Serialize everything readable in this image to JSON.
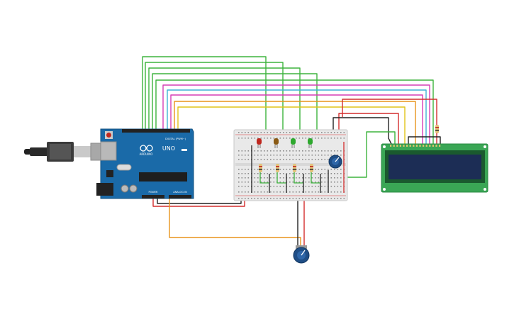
{
  "arduino": {
    "brand_label": "ARDUINO",
    "model_label": "UNO",
    "digital_header_label": "DIGITAL (PWM~)",
    "power_label": "POWER",
    "analog_label": "ANALOG IN"
  },
  "colors": {
    "board": "#1a6aa8",
    "board_dark": "#12507f",
    "breadboard": "#e9e9e9",
    "lcd_pcb": "#3aa655",
    "lcd_screen": "#1c2d55",
    "wire_green": "#3db33d",
    "wire_magenta": "#d63fb6",
    "wire_cyan": "#3fb2d6",
    "wire_orange": "#e8941c",
    "wire_yellow": "#e0c419",
    "wire_red": "#d42d2d",
    "wire_black": "#222222",
    "wire_brown": "#c57d2e",
    "led_red": "#c0281f",
    "led_brown": "#8a5a14",
    "led_green": "#2ea82e",
    "pot_body": "#1f4e86"
  },
  "components": {
    "leds": [
      "red",
      "brown",
      "green",
      "green"
    ],
    "resistors_on_breadboard": 4,
    "potentiometers": 2,
    "lcd": "16x2"
  }
}
